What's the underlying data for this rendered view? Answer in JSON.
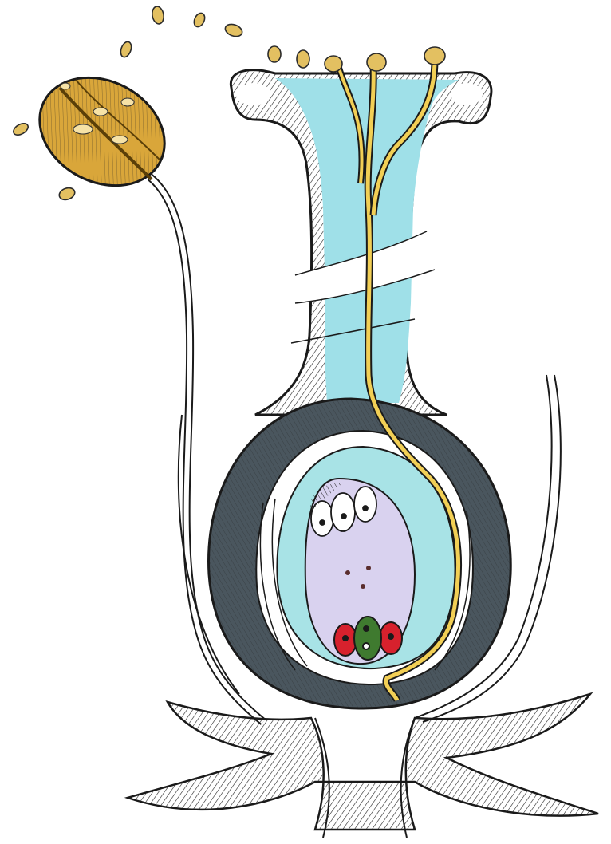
{
  "image": {
    "title": "",
    "signature_text": "",
    "parts": [
      {
        "id": "anther",
        "name": "anther-icon"
      },
      {
        "id": "pollen",
        "name": "pollen-grain-icon"
      },
      {
        "id": "filament",
        "name": "filament-icon"
      },
      {
        "id": "stigma",
        "name": "stigma-icon"
      },
      {
        "id": "style",
        "name": "style-icon"
      },
      {
        "id": "ovary",
        "name": "ovary-icon"
      },
      {
        "id": "ovule",
        "name": "ovule-icon"
      },
      {
        "id": "embryo-sac",
        "name": "embryo-sac-icon"
      },
      {
        "id": "pollen-tube",
        "name": "pollen-tube-icon"
      },
      {
        "id": "egg-apparatus",
        "name": "egg-apparatus-icon"
      },
      {
        "id": "antipodal-cells",
        "name": "antipodal-cells-icon"
      },
      {
        "id": "polar-nuclei",
        "name": "polar-nuclei-icon"
      },
      {
        "id": "receptacle",
        "name": "receptacle-icon"
      },
      {
        "id": "sepals",
        "name": "sepals-icon"
      }
    ]
  },
  "colors": {
    "anther": "#d9a63a",
    "anther_dark": "#8a6514",
    "pollen": "#e3c061",
    "stigma_style": "#9fe0e8",
    "ovary_wall": "#4a565e",
    "integument_inner": "#a8e3e6",
    "embryo_sac": "#d9d2ef",
    "pollen_tube": "#f2cf55",
    "egg_red": "#d7212d",
    "egg_green": "#3f7a2f",
    "outline": "#1a1a1a"
  }
}
